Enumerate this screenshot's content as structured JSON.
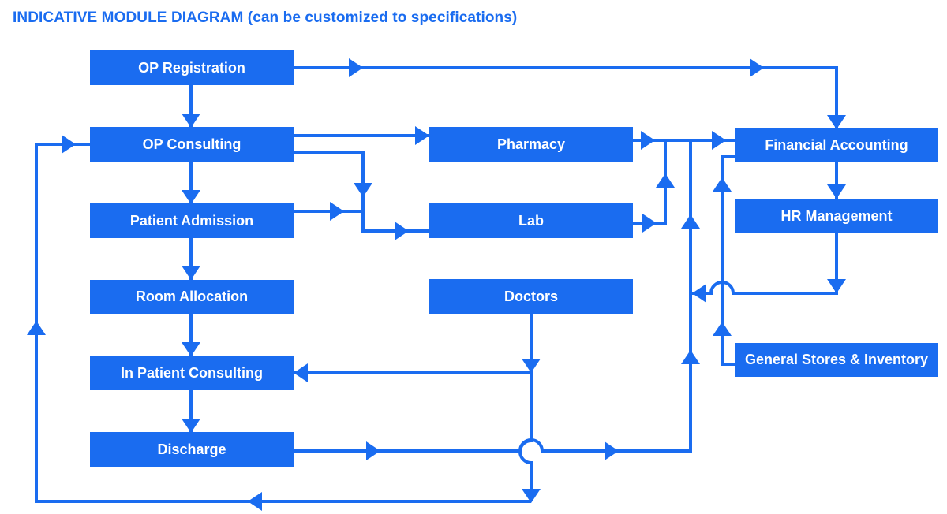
{
  "title": "INDICATIVE MODULE DIAGRAM (can be customized to specifications)",
  "colors": {
    "primary": "#1a6cf0",
    "background": "#ffffff"
  },
  "modules": {
    "op_registration": "OP Registration",
    "op_consulting": "OP Consulting",
    "patient_admission": "Patient Admission",
    "room_allocation": "Room Allocation",
    "in_patient_consulting": "In Patient Consulting",
    "discharge": "Discharge",
    "pharmacy": "Pharmacy",
    "lab": "Lab",
    "doctors": "Doctors",
    "financial_accounting": "Financial Accounting",
    "hr_management": "HR Management",
    "general_stores": "General Stores & Inventory"
  },
  "connections": [
    {
      "from": "OP Registration",
      "to": "OP Consulting"
    },
    {
      "from": "OP Registration",
      "to": "Financial Accounting"
    },
    {
      "from": "OP Consulting",
      "to": "Patient Admission"
    },
    {
      "from": "OP Consulting",
      "to": "Pharmacy"
    },
    {
      "from": "OP Consulting",
      "to": "Lab"
    },
    {
      "from": "Patient Admission",
      "to": "Room Allocation"
    },
    {
      "from": "Patient Admission",
      "to": "Lab"
    },
    {
      "from": "Room Allocation",
      "to": "In Patient Consulting"
    },
    {
      "from": "In Patient Consulting",
      "to": "Discharge"
    },
    {
      "from": "Doctors",
      "to": "In Patient Consulting"
    },
    {
      "from": "Doctors",
      "to": "OP Consulting"
    },
    {
      "from": "Discharge",
      "to": "Financial Accounting"
    },
    {
      "from": "Pharmacy",
      "to": "Financial Accounting"
    },
    {
      "from": "Lab",
      "to": "Financial Accounting"
    },
    {
      "from": "Financial Accounting",
      "to": "HR Management"
    },
    {
      "from": "HR Management",
      "to": "Financial Accounting"
    },
    {
      "from": "General Stores & Inventory",
      "to": "Financial Accounting"
    }
  ]
}
